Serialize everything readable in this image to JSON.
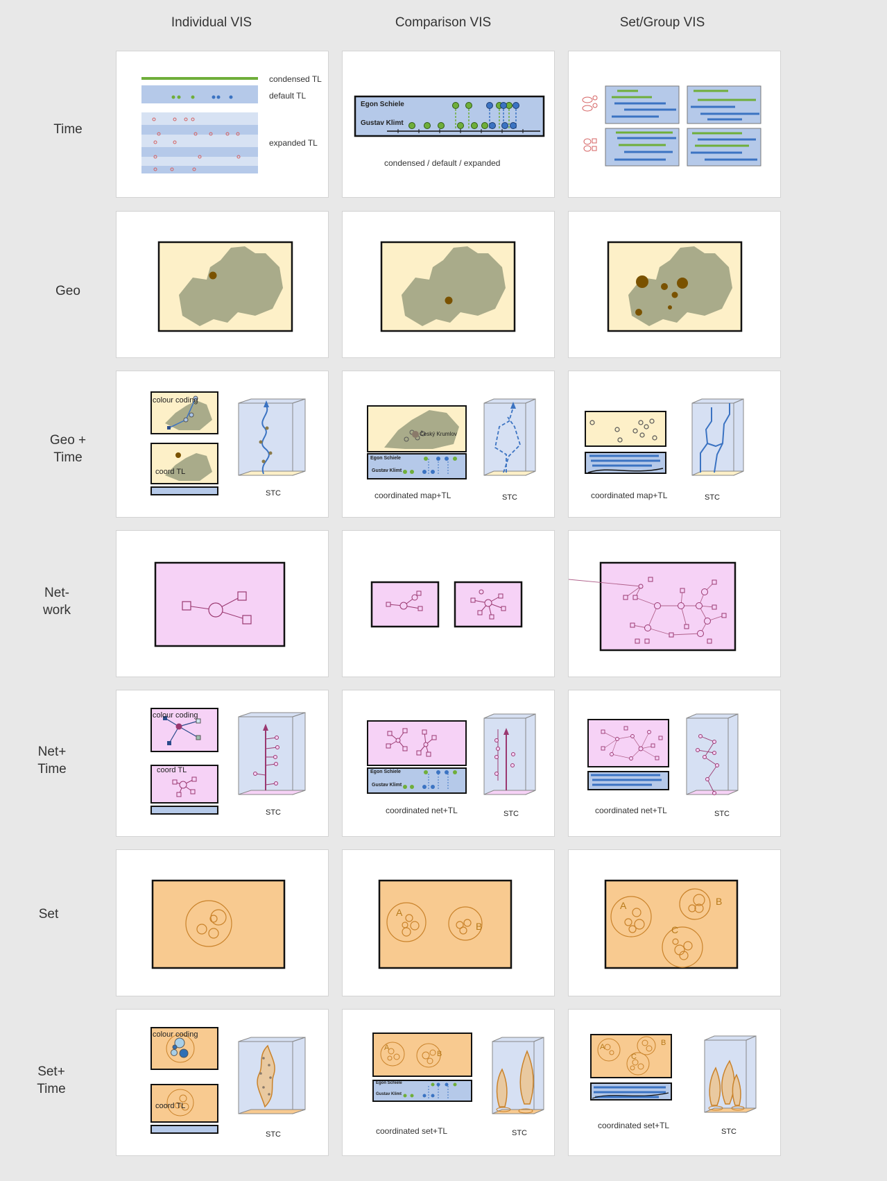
{
  "columns": [
    "Individual VIS",
    "Comparison VIS",
    "Set/Group VIS"
  ],
  "rows": [
    "Time",
    "Geo",
    "Geo +\nTime",
    "Net-\nwork",
    "Net+\nTime",
    "Set",
    "Set+\nTime"
  ],
  "time": {
    "condensed": "condensed TL",
    "default": "default TL",
    "expanded": "expanded TL",
    "person1": "Egon Schiele",
    "person2": "Gustav Klimt",
    "modes": "condensed / default / expanded"
  },
  "geotime": {
    "colour_coding": "colour coding",
    "coord_tl": "coord TL",
    "stc": "STC",
    "coord_map": "coordinated map+TL",
    "place": "Český Krumlov"
  },
  "nettime": {
    "coord_net": "coordinated net+TL"
  },
  "set": {
    "a": "A",
    "b": "B",
    "c": "C"
  },
  "settime": {
    "coord_set": "coordinated set+TL"
  },
  "colors": {
    "map": "#fdf0c8",
    "land": "#a9ab8a",
    "net": "#f6d2f6",
    "set": "#f8ca90",
    "tl": "#b5c9e9",
    "green": "#6fae3a",
    "blue": "#3b73c2",
    "purple": "#9a3870",
    "orange": "#c9822a"
  }
}
